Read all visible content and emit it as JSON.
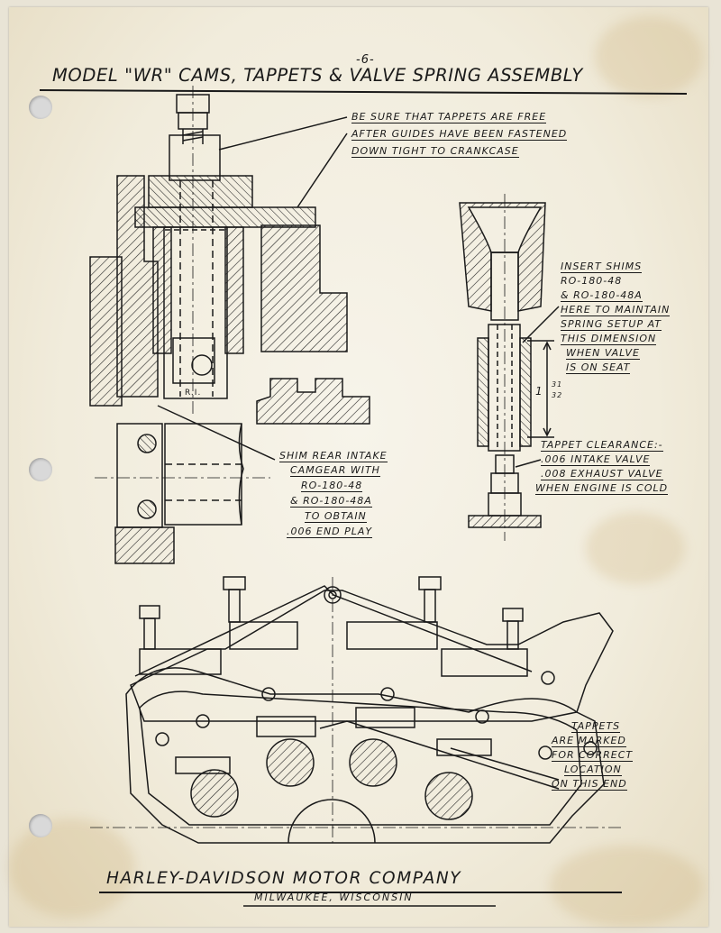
{
  "page_number": "-6-",
  "title": "MODEL \"WR\" CAMS, TAPPETS & VALVE SPRING ASSEMBLY",
  "note_tappets_free": [
    "BE SURE THAT TAPPETS ARE FREE",
    "AFTER GUIDES HAVE BEEN FASTENED",
    "DOWN TIGHT TO CRANKCASE"
  ],
  "note_insert_shims": [
    "INSERT SHIMS",
    "RO-180-48",
    "& RO-180-48A",
    "HERE TO MAINTAIN",
    "SPRING SETUP AT",
    "THIS DIMENSION",
    "WHEN VALVE",
    "IS ON SEAT"
  ],
  "dimension": {
    "whole": "1",
    "num": "31",
    "den": "32"
  },
  "note_tappet_clearance": [
    "TAPPET CLEARANCE:-",
    ".006 INTAKE VALVE",
    ".008 EXHAUST VALVE",
    "WHEN ENGINE IS COLD"
  ],
  "note_shim_camgear": [
    "SHIM REAR INTAKE",
    "CAMGEAR WITH",
    "RO-180-48",
    "& RO-180-48A",
    "TO OBTAIN",
    ".006 END PLAY"
  ],
  "note_tappets_marked": [
    "TAPPETS",
    "ARE MARKED",
    "FOR CORRECT",
    "LOCATION",
    "ON THIS END"
  ],
  "part_mark": "R.I.",
  "company": "HARLEY-DAVIDSON MOTOR COMPANY",
  "city": "MILWAUKEE, WISCONSIN"
}
